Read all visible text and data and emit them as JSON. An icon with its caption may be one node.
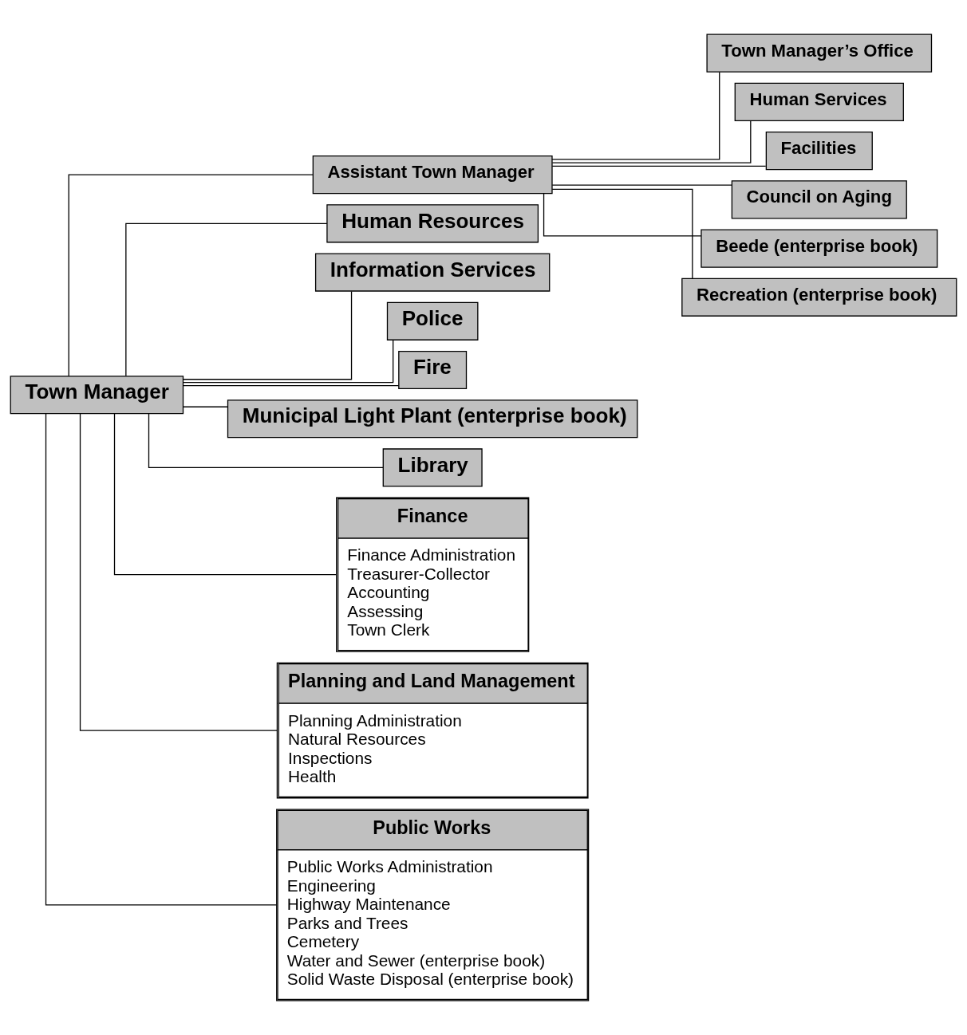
{
  "diagram": {
    "nodes": [
      {
        "text": [
          "Town Manager"
        ]
      },
      {
        "text": [
          "Assistant Town Manager"
        ]
      },
      {
        "text": [
          "Town Manager’s Office"
        ]
      },
      {
        "text": [
          "Human Services"
        ]
      },
      {
        "text": [
          "Facilities"
        ]
      },
      {
        "text": [
          "Council on Aging"
        ]
      },
      {
        "text": [
          "Beede (enterprise book)"
        ]
      },
      {
        "text": [
          "Recreation (enterprise book)"
        ]
      },
      {
        "text": [
          "Human Resources"
        ]
      },
      {
        "text": [
          "Information Services"
        ]
      },
      {
        "text": [
          "Police"
        ]
      },
      {
        "text": [
          "Fire"
        ]
      },
      {
        "text": [
          "Municipal Light Plant (enterprise book)"
        ]
      },
      {
        "text": [
          "Library"
        ]
      },
      {
        "text": [
          "Finance",
          "Finance Administration",
          "Treasurer-Collector",
          "Accounting",
          "Assessing",
          "Town Clerk"
        ]
      },
      {
        "text": [
          "Planning and Land Management",
          "Planning Administration",
          "Natural Resources",
          "Inspections",
          "Health"
        ]
      },
      {
        "text": [
          "Public Works",
          "Public Works Administration",
          "Engineering",
          "Highway Maintenance",
          "Parks and Trees",
          "Cemetery",
          "Water and Sewer (enterprise book)",
          "Solid Waste Disposal (enterprise book)"
        ]
      }
    ],
    "edges": [
      {
        "from": 0,
        "to": 1,
        "arrow": "none"
      },
      {
        "from": 0,
        "to": 8,
        "arrow": "none"
      },
      {
        "from": 0,
        "to": 9,
        "arrow": "none"
      },
      {
        "from": 0,
        "to": 10,
        "arrow": "none"
      },
      {
        "from": 0,
        "to": 11,
        "arrow": "none"
      },
      {
        "from": 0,
        "to": 12,
        "arrow": "none"
      },
      {
        "from": 0,
        "to": 13,
        "arrow": "none"
      },
      {
        "from": 0,
        "to": 14,
        "arrow": "none"
      },
      {
        "from": 0,
        "to": 15,
        "arrow": "none"
      },
      {
        "from": 0,
        "to": 16,
        "arrow": "none"
      },
      {
        "from": 1,
        "to": 2,
        "arrow": "none"
      },
      {
        "from": 1,
        "to": 4,
        "arrow": "none"
      },
      {
        "from": 1,
        "to": 6,
        "arrow": "none"
      },
      {
        "from": 1,
        "to": 3,
        "arrow": "none"
      },
      {
        "from": 1,
        "to": 5,
        "arrow": "none"
      },
      {
        "from": 1,
        "to": 7,
        "arrow": "none"
      }
    ]
  }
}
